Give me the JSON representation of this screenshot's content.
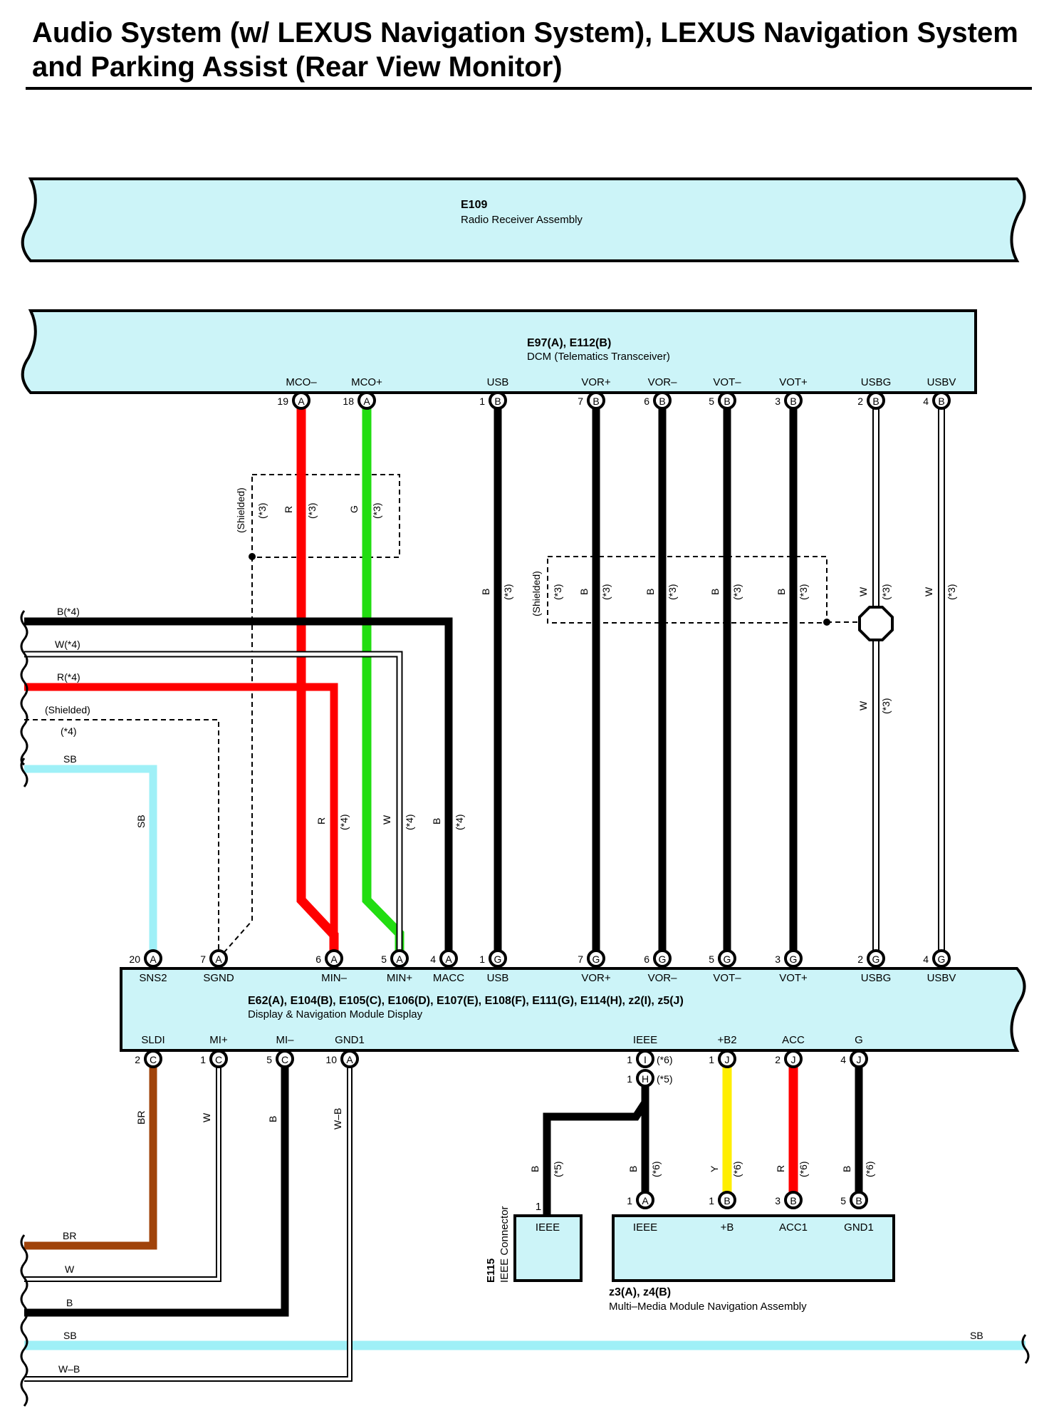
{
  "title": {
    "line1": "Audio System (w/ LEXUS Navigation System), LEXUS Navigation System",
    "line2": "and Parking Assist (Rear View Monitor)"
  },
  "colors": {
    "B": "#000000",
    "W": "#ffffff",
    "R": "#ff0000",
    "G": "#22dd11",
    "SB": "#9ff0f7",
    "BR": "#a0430a",
    "Y": "#ffee00",
    "W-B": "#ffffff",
    "component_fill": "#ccf4f8"
  },
  "components": {
    "radio": {
      "code": "E109",
      "name": "Radio Receiver Assembly"
    },
    "dcm": {
      "code": "E97(A), E112(B)",
      "name": "DCM (Telematics Transceiver)"
    },
    "display": {
      "code": "E62(A), E104(B), E105(C), E106(D), E107(E), E108(F), E111(G), E114(H), z2(I), z5(J)",
      "name": "Display & Navigation Module Display"
    },
    "ieee_conn": {
      "code": "E115",
      "name": "IEEE Connector",
      "pin_label": "IEEE",
      "pin_num": "1"
    },
    "mmm": {
      "code": "z3(A), z4(B)",
      "name": "Multi–Media Module Navigation Assembly"
    }
  },
  "dcm_pins": [
    {
      "name": "MCO–",
      "num": "19",
      "conn": "A"
    },
    {
      "name": "MCO+",
      "num": "18",
      "conn": "A"
    },
    {
      "name": "USB",
      "num": "1",
      "conn": "B"
    },
    {
      "name": "VOR+",
      "num": "7",
      "conn": "B"
    },
    {
      "name": "VOR–",
      "num": "6",
      "conn": "B"
    },
    {
      "name": "VOT–",
      "num": "5",
      "conn": "B"
    },
    {
      "name": "VOT+",
      "num": "3",
      "conn": "B"
    },
    {
      "name": "USBG",
      "num": "2",
      "conn": "B"
    },
    {
      "name": "USBV",
      "num": "4",
      "conn": "B"
    }
  ],
  "display_top_pins": [
    {
      "name": "SNS2",
      "num": "20",
      "conn": "A"
    },
    {
      "name": "SGND",
      "num": "7",
      "conn": "A"
    },
    {
      "name": "MIN–",
      "num": "6",
      "conn": "A"
    },
    {
      "name": "MIN+",
      "num": "5",
      "conn": "A"
    },
    {
      "name": "MACC",
      "num": "4",
      "conn": "A"
    },
    {
      "name": "USB",
      "num": "1",
      "conn": "G"
    },
    {
      "name": "VOR+",
      "num": "7",
      "conn": "G"
    },
    {
      "name": "VOR–",
      "num": "6",
      "conn": "G"
    },
    {
      "name": "VOT–",
      "num": "5",
      "conn": "G"
    },
    {
      "name": "VOT+",
      "num": "3",
      "conn": "G"
    },
    {
      "name": "USBG",
      "num": "2",
      "conn": "G"
    },
    {
      "name": "USBV",
      "num": "4",
      "conn": "G"
    }
  ],
  "display_bottom_pins": [
    {
      "name": "SLDI",
      "num": "2",
      "conn": "C"
    },
    {
      "name": "MI+",
      "num": "1",
      "conn": "C"
    },
    {
      "name": "MI–",
      "num": "5",
      "conn": "C"
    },
    {
      "name": "GND1",
      "num": "10",
      "conn": "A"
    },
    {
      "name": "IEEE",
      "num": "1",
      "conn": "I",
      "note": "(*6)"
    },
    {
      "name": "",
      "num": "1",
      "conn": "H",
      "note": "(*5)"
    },
    {
      "name": "+B2",
      "num": "1",
      "conn": "J"
    },
    {
      "name": "ACC",
      "num": "2",
      "conn": "J"
    },
    {
      "name": "G",
      "num": "4",
      "conn": "J"
    }
  ],
  "mmm_pins": [
    {
      "name": "IEEE",
      "num": "1",
      "conn": "A"
    },
    {
      "name": "+B",
      "num": "1",
      "conn": "B"
    },
    {
      "name": "ACC1",
      "num": "3",
      "conn": "B"
    },
    {
      "name": "GND1",
      "num": "5",
      "conn": "B"
    }
  ],
  "wire_labels": {
    "shielded": "(Shielded)",
    "note3": "(*3)",
    "note4": "(*4)",
    "note5": "(*5)",
    "note6": "(*6)",
    "R": "R",
    "G": "G",
    "B": "B",
    "W": "W",
    "SB": "SB",
    "BR": "BR",
    "Y": "Y",
    "WB": "W–B",
    "left_B4": "B(*4)",
    "left_W4": "W(*4)",
    "left_R4": "R(*4)"
  }
}
